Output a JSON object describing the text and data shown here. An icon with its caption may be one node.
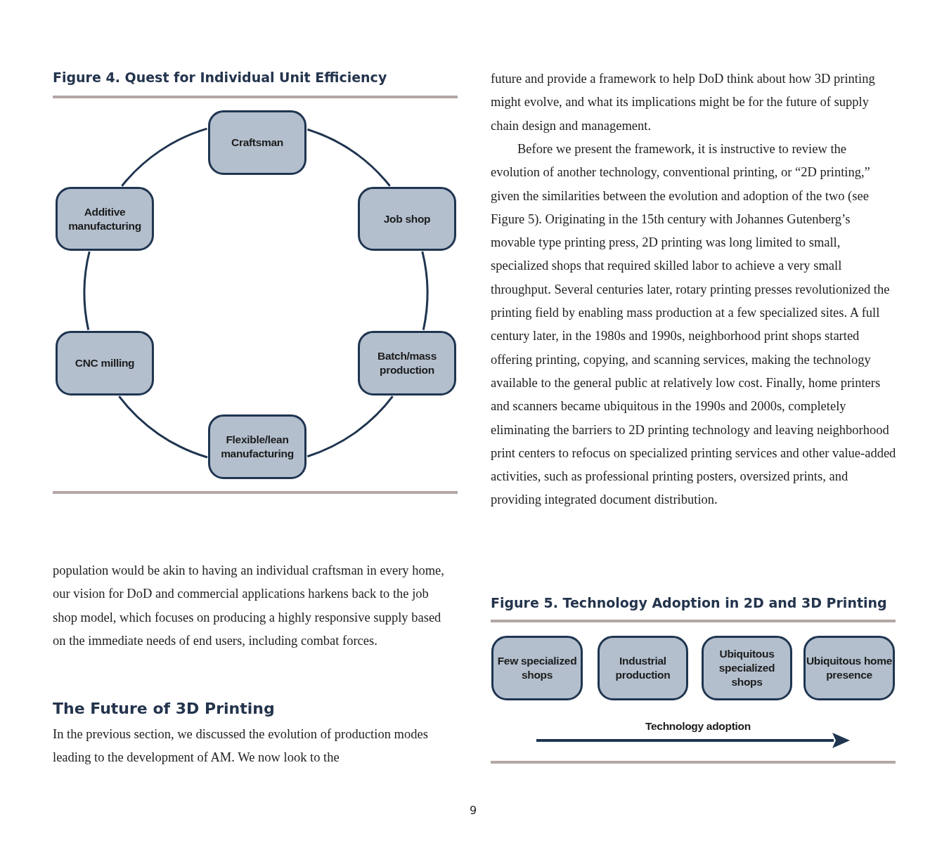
{
  "diagram": {
    "nodes": [
      {
        "text": [
          "Craftsman"
        ]
      },
      {
        "text": [
          "Job shop"
        ]
      },
      {
        "text": [
          "Batch/mass production"
        ]
      },
      {
        "text": [
          "Flexible/lean manufacturing"
        ]
      },
      {
        "text": [
          "CNC milling"
        ]
      },
      {
        "text": [
          "Additive manufacturing"
        ]
      },
      {
        "text": [
          "Few specialized shops"
        ]
      },
      {
        "text": [
          "Industrial production"
        ]
      },
      {
        "text": [
          "Ubiquitous specialized shops"
        ]
      },
      {
        "text": [
          "Ubiquitous home presence"
        ]
      }
    ],
    "edges": [
      {
        "from": 0,
        "to": 1,
        "arrow": "none"
      },
      {
        "from": 1,
        "to": 2,
        "arrow": "none"
      },
      {
        "from": 2,
        "to": 3,
        "arrow": "none"
      },
      {
        "from": 3,
        "to": 4,
        "arrow": "none"
      },
      {
        "from": 4,
        "to": 5,
        "arrow": "none"
      },
      {
        "from": 5,
        "to": 0,
        "arrow": "none"
      }
    ],
    "labels": [
      "Figure 4. Quest for Individual Unit Efficiency",
      "future and provide a framework to help DoD think about how 3D printing might evolve, and what its implications might be for the future of supply chain design and management.",
      "Before we present the framework, it is instructive to review the evolution of another technology, conventional printing, or “2D printing,” given the similarities between the evolution and adoption of the two (see Figure 5). Originating in the 15th century with Johannes Gutenberg’s movable type printing press, 2D printing was long limited to small, specialized shops that required skilled labor to achieve a very small throughput. Several centuries later, rotary printing presses revolutionized the printing field by enabling mass production at a few specialized sites. A full century later, in the 1980s and 1990s, neighborhood print shops started offering printing, copying, and scanning services, making the technology available to the general public at relatively low cost. Finally, home printers and scanners became ubiquitous in the 1990s and 2000s, completely eliminating the barriers to 2D printing technology and leaving neighborhood print centers to refocus on specialized printing services and other value-added activities, such as professional printing posters, oversized prints, and providing integrated document distribution.",
      "population would be akin to having an individual craftsman in every home, our vision for DoD and commercial applications harkens back to the job shop model, which focuses on producing a highly responsive supply based on the immediate needs of end users, including combat forces.",
      "Figure 5. Technology Adoption in 2D and 3D Printing",
      "The Future of 3D Printing",
      "Technology adoption",
      "In the previous section, we discussed the evolution of production modes leading to the development of AM. We now look to the",
      "9"
    ]
  }
}
